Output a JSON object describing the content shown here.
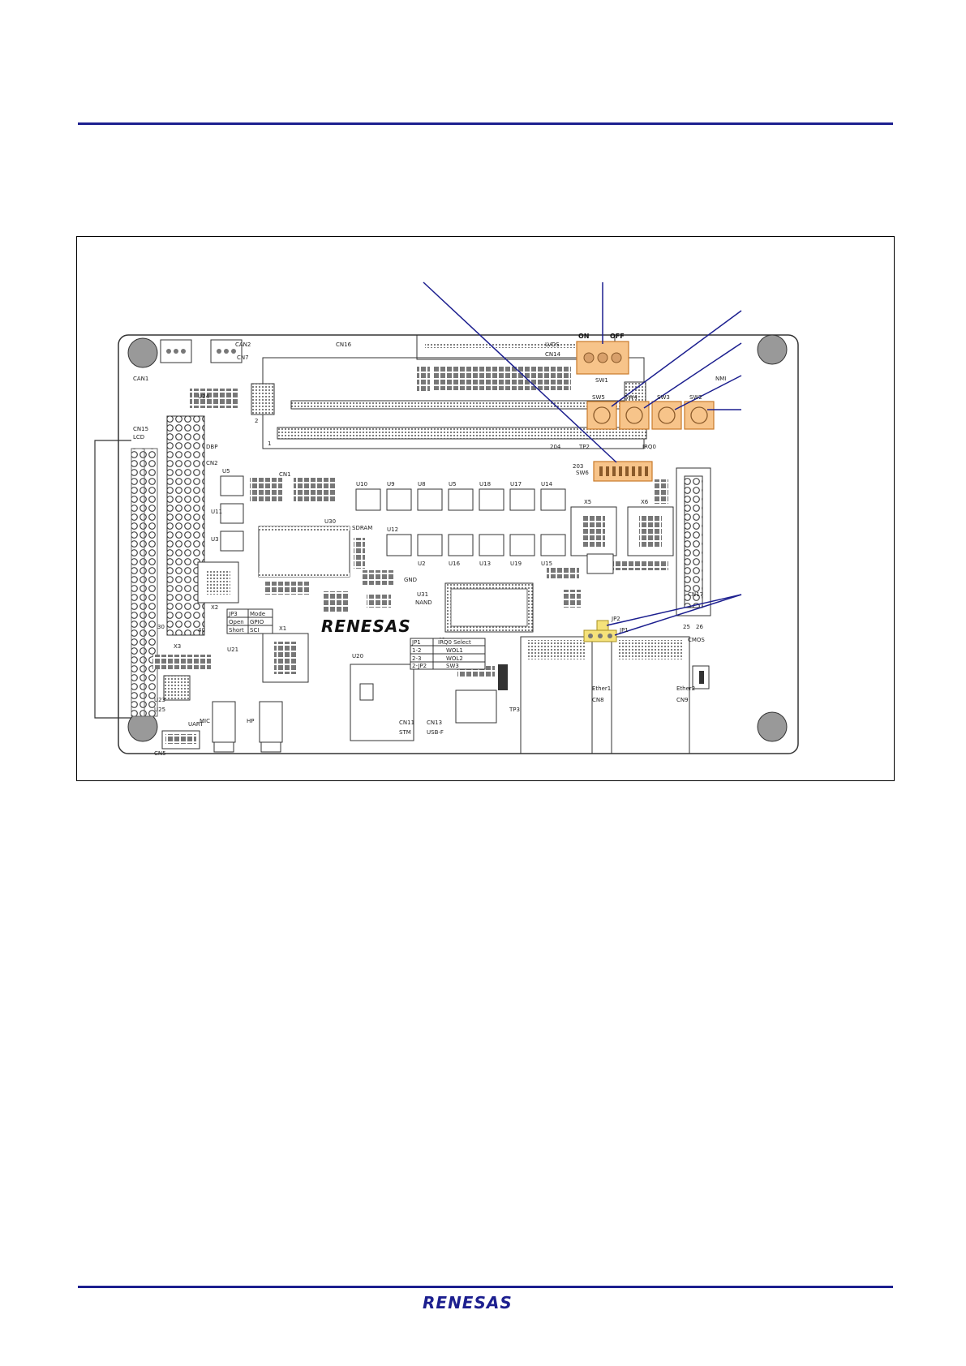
{
  "header": {
    "rule_color": "#1c1f8f"
  },
  "board": {
    "brand": "RENESAS",
    "chips": [
      "U10",
      "U9",
      "U8",
      "U5",
      "U18",
      "U17",
      "U14",
      "U12",
      "U2",
      "U16",
      "U13",
      "U19",
      "U15",
      "U30",
      "U20",
      "U31",
      "U23",
      "U21",
      "U24",
      "U25",
      "U11",
      "U3",
      "U5"
    ],
    "connectors": [
      "CAN1",
      "CAN2",
      "CN7",
      "CN16",
      "LVDS",
      "CN14",
      "CN15",
      "LCD",
      "CN1",
      "CN2",
      "DBP",
      "SDRAM",
      "GND",
      "NAND",
      "CN11",
      "STM",
      "CN13",
      "USB-F",
      "CN8",
      "CN9",
      "Ether1",
      "Ether2",
      "CMOS",
      "CN17",
      "MIC",
      "HP",
      "UART",
      "CN5",
      "X5",
      "X6",
      "X2",
      "X3",
      "X1",
      "TP3",
      "TP2"
    ],
    "switch_labels": {
      "on": "ON",
      "off": "OFF",
      "sw1": "SW1",
      "sw5": "SW5",
      "sw4": "SW4",
      "sw3": "SW3",
      "sw2": "SW2",
      "sw6": "SW6",
      "nmi": "NMI",
      "irq0": "IRQ0"
    },
    "jp3_table": {
      "h1": "JP3",
      "h2": "Mode",
      "r1c1": "Open",
      "r1c2": "GPIO",
      "r2c1": "Short",
      "r2c2": "SCI"
    },
    "jp1_table": {
      "h1": "JP1",
      "h2": "IRQ0 Select",
      "r1c1": "1-2",
      "r1c2": "WOL1",
      "r2c1": "2-3",
      "r2c2": "WOL2",
      "r3c1": "2-JP2",
      "r3c2": "SW3"
    },
    "jumper_labels": {
      "jp1": "JP1",
      "jp2": "JP2"
    },
    "pins": {
      "p204": "204",
      "p203": "203",
      "p1": "1",
      "p2": "2",
      "p49": "49",
      "p40": "40",
      "p30": "30",
      "p25": "25",
      "p26": "26"
    }
  },
  "colors": {
    "highlight": "#f7c48a",
    "highlight_border": "#c97a2a",
    "jumper": "#f5e27a",
    "callout": "#1c1f8f"
  },
  "footer": {
    "brand": "RENESAS"
  }
}
